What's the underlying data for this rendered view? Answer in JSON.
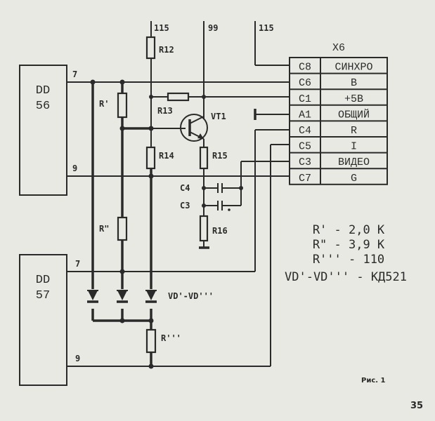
{
  "rails": {
    "left": "115",
    "middle": "99",
    "right": "115"
  },
  "connector": {
    "title": "X6",
    "rows": [
      {
        "pin": "C8",
        "signal": "СИНХРО"
      },
      {
        "pin": "C6",
        "signal": "B"
      },
      {
        "pin": "C1",
        "signal": "+5B"
      },
      {
        "pin": "A1",
        "signal": "ОБЩИЙ"
      },
      {
        "pin": "C4",
        "signal": "R"
      },
      {
        "pin": "C5",
        "signal": "I"
      },
      {
        "pin": "C3",
        "signal": "ВИДЕО"
      },
      {
        "pin": "C7",
        "signal": "G"
      }
    ]
  },
  "chips": {
    "dd56": {
      "line1": "DD",
      "line2": "56",
      "pin_top": "7",
      "pin_bottom": "9"
    },
    "dd57": {
      "line1": "DD",
      "line2": "57",
      "pin_top": "7",
      "pin_bottom": "9"
    }
  },
  "components": {
    "r12": "R12",
    "r13": "R13",
    "r14": "R14",
    "r15": "R15",
    "r16": "R16",
    "vt1": "VT1",
    "c4": "C4",
    "c3": "C3",
    "r1": "R'",
    "r2": "R\"",
    "r3": "R'''",
    "diodes": "VD'-VD'''"
  },
  "values": [
    "R'  - 2,0 K",
    "R\"  - 3,9 K",
    "R''' - 110",
    "VD'-VD''' - КД521"
  ],
  "caption": "Рис. 1",
  "page_number": "35"
}
